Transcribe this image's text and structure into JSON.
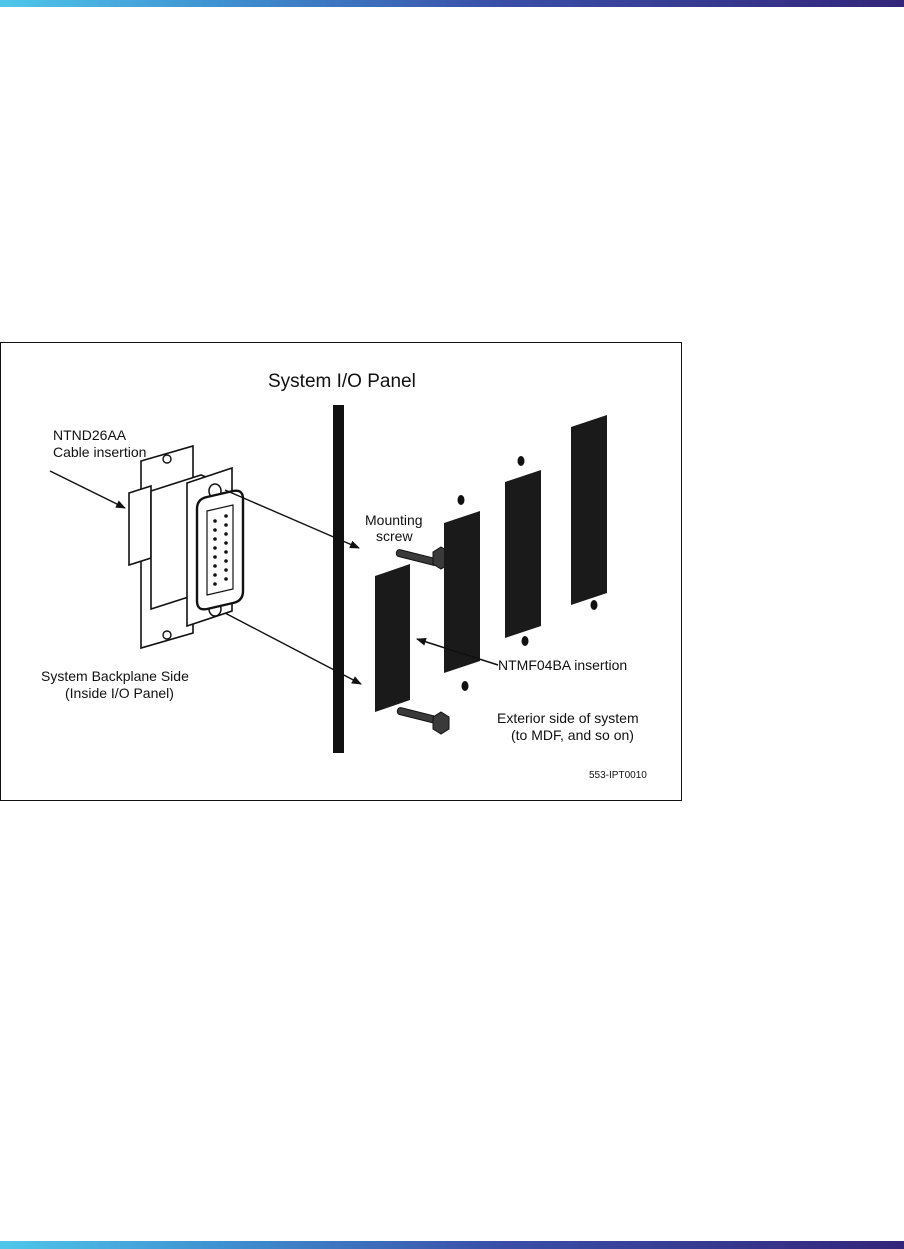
{
  "figure": {
    "title": "System I/O Panel",
    "labels": {
      "cable": [
        "NTND26AA",
        "Cable insertion"
      ],
      "mounting_screw": [
        "Mounting",
        "screw"
      ],
      "ntmf": "NTMF04BA insertion",
      "backplane": [
        "System Backplane Side",
        "(Inside I/O Panel)"
      ],
      "exterior": [
        "Exterior side of system",
        "(to MDF, and so on)"
      ],
      "figure_id": "553-IPT0010"
    }
  },
  "colors": {
    "header_gradient_start": "#4fc7ea",
    "header_gradient_end": "#33257a",
    "ink": "#111111"
  }
}
